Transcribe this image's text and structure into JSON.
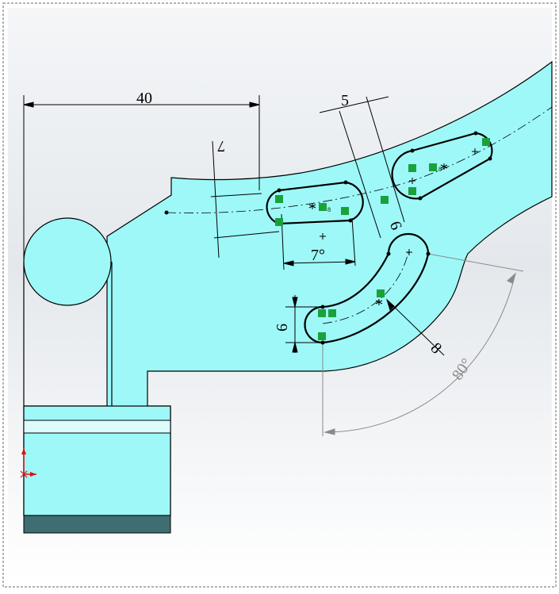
{
  "colors": {
    "part_fill": "#9ef8f8",
    "part_stroke": "#000000",
    "band_fill": "#ddfbfb",
    "base_fill": "#3f6e72",
    "sketch_stroke": "#000000",
    "dim_stroke": "#000000",
    "angle_dim_stroke": "#8a8a8a",
    "relation_green": "#1aa13a",
    "origin_red": "#e01010",
    "frame_border": "#9a9a9a"
  },
  "dimensions": {
    "width_40": "40",
    "linear_5": "5",
    "angle_7": "7°",
    "angle_7_rotated": "7",
    "radius_6_upper": "6",
    "height_6_left": "6",
    "width_8": "8",
    "angle_80": "80°"
  },
  "relation_tags": {
    "upper_slot_index": "8",
    "right_slot_index": "8"
  },
  "icons": {
    "relation": "relation-icon",
    "origin": "origin-icon"
  }
}
